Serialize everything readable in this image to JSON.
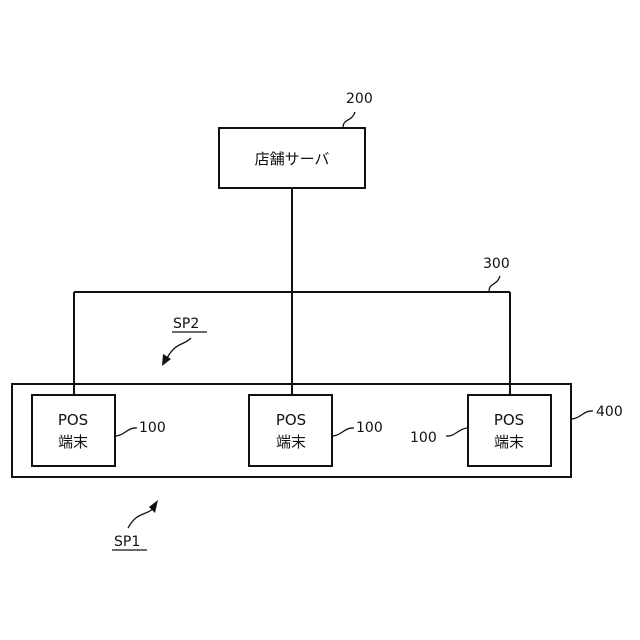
{
  "server": {
    "label": "店舗サーバ",
    "ref": "200"
  },
  "network": {
    "ref": "300"
  },
  "terminal_group": {
    "ref": "400"
  },
  "terminals": [
    {
      "line1": "POS",
      "line2": "端末",
      "ref": "100"
    },
    {
      "line1": "POS",
      "line2": "端末",
      "ref": "100"
    },
    {
      "line1": "POS",
      "line2": "端末",
      "ref": "100"
    }
  ],
  "sp1": {
    "label": "SP1"
  },
  "sp2": {
    "label": "SP2"
  }
}
